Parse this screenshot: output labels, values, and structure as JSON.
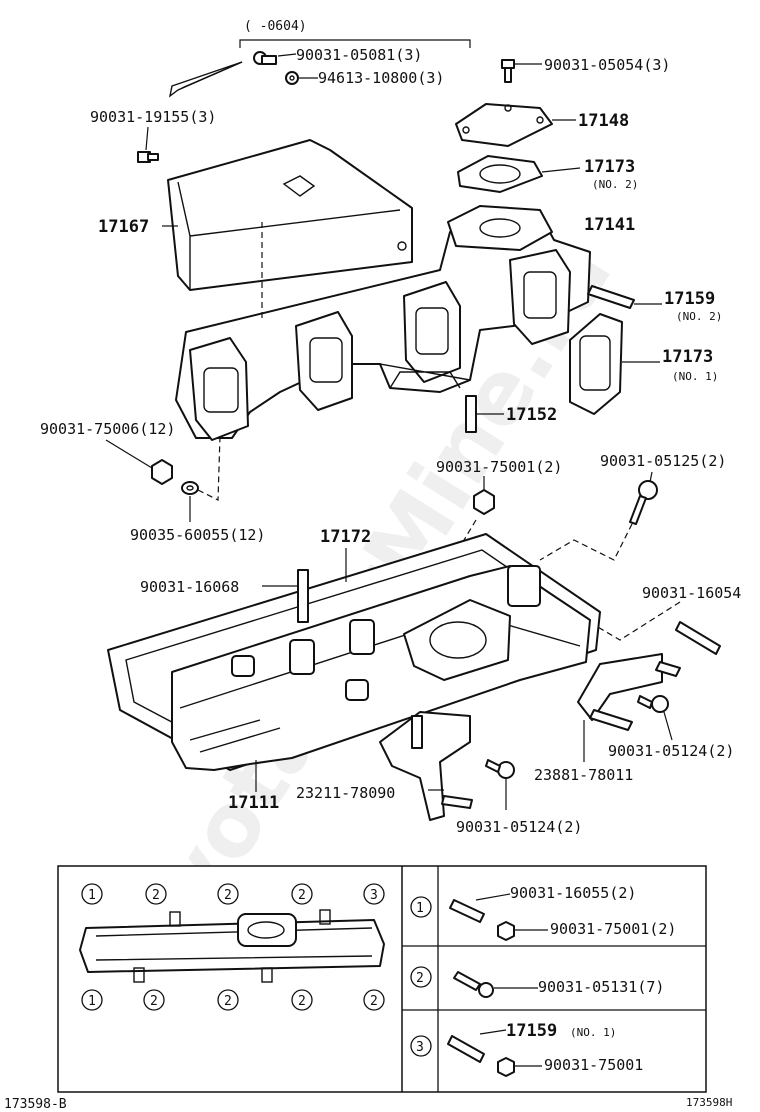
{
  "watermark": "ToyotaCarMine.ru",
  "top_bracket_note": "( -0604)",
  "labels": {
    "p90031_05081": "90031-05081(3)",
    "p94613_10800": "94613-10800(3)",
    "p90031_05054": "90031-05054(3)",
    "p90031_19155": "90031-19155(3)",
    "p17148": "17148",
    "p17173a": "17173",
    "p17173a_note": "(NO. 2)",
    "p17167": "17167",
    "p17141": "17141",
    "p17159": "17159",
    "p17159_note": "(NO. 2)",
    "p17173b": "17173",
    "p17173b_note": "(NO. 1)",
    "p17152": "17152",
    "p90031_75006": "90031-75006(12)",
    "p90031_75001": "90031-75001(2)",
    "p90031_05125": "90031-05125(2)",
    "p90035_60055": "90035-60055(12)",
    "p17172": "17172",
    "p90031_16068": "90031-16068",
    "p90031_16054": "90031-16054",
    "p90031_05124a": "90031-05124(2)",
    "p23881": "23881-78011",
    "p17111": "17111",
    "p23211": "23211-78090",
    "p90031_05124b": "90031-05124(2)"
  },
  "legend": {
    "top_circles": [
      "1",
      "2",
      "2",
      "2",
      "3"
    ],
    "bottom_circles": [
      "1",
      "2",
      "2",
      "2",
      "2"
    ],
    "rows": [
      {
        "key": "1",
        "items": [
          "90031-16055(2)",
          "90031-75001(2)"
        ]
      },
      {
        "key": "2",
        "items": [
          "90031-05131(7)"
        ]
      },
      {
        "key": "3",
        "items": [
          "17159",
          "90031-75001"
        ],
        "note": "(NO. 1)"
      }
    ]
  },
  "footer": {
    "left": "173598-B",
    "right": "173598H"
  }
}
